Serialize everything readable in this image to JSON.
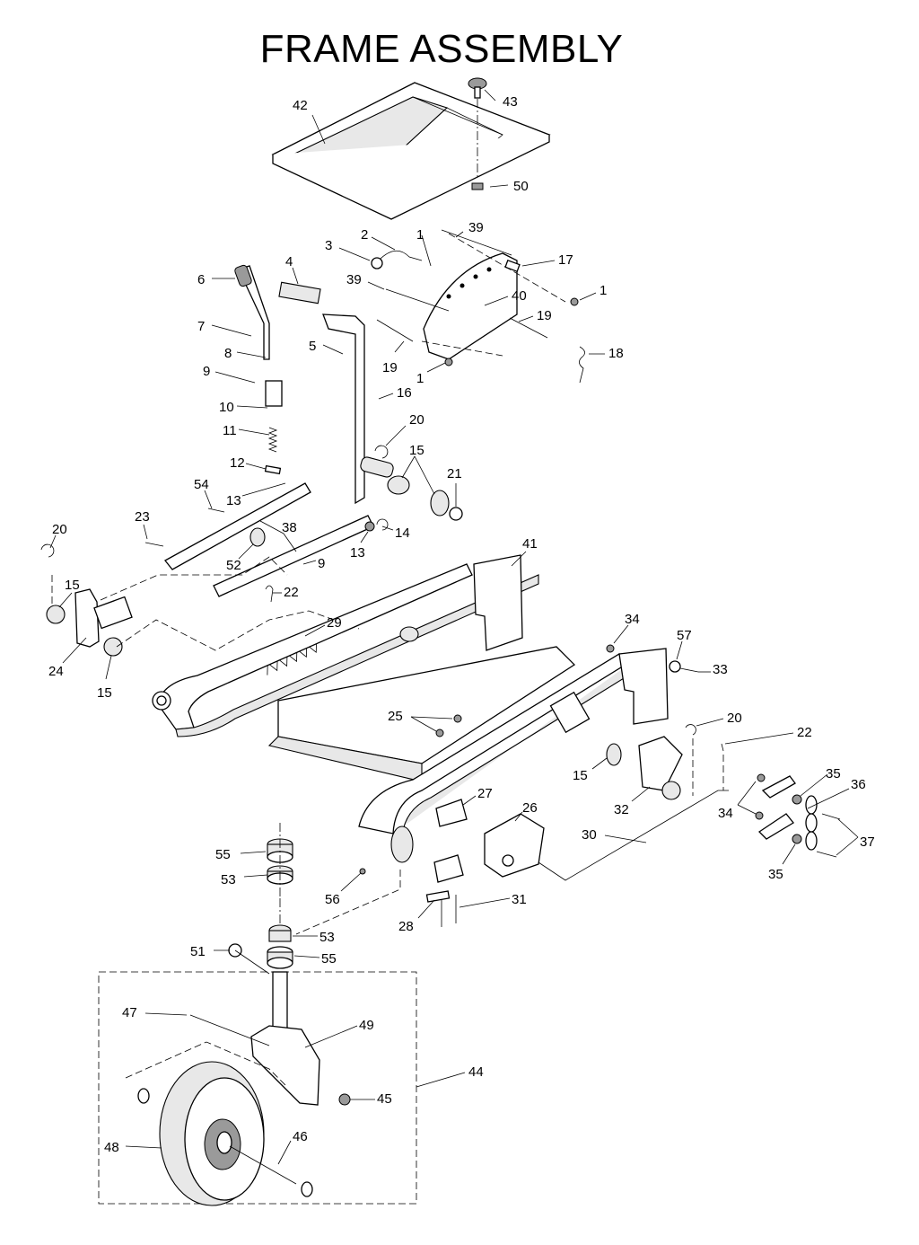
{
  "title": "FRAME ASSEMBLY",
  "callouts": [
    "42",
    "43",
    "50",
    "39",
    "1",
    "2",
    "3",
    "17",
    "1",
    "39",
    "40",
    "19",
    "4",
    "6",
    "5",
    "7",
    "8",
    "19",
    "18",
    "1",
    "9",
    "16",
    "10",
    "20",
    "11",
    "15",
    "12",
    "21",
    "54",
    "13",
    "23",
    "38",
    "13",
    "14",
    "20",
    "52",
    "9",
    "41",
    "15",
    "22",
    "29",
    "24",
    "15",
    "34",
    "57",
    "33",
    "25",
    "20",
    "22",
    "15",
    "35",
    "27",
    "32",
    "36",
    "34",
    "26",
    "55",
    "30",
    "37",
    "53",
    "35",
    "56",
    "31",
    "28",
    "53",
    "51",
    "55",
    "47",
    "49",
    "44",
    "45",
    "48",
    "46"
  ]
}
